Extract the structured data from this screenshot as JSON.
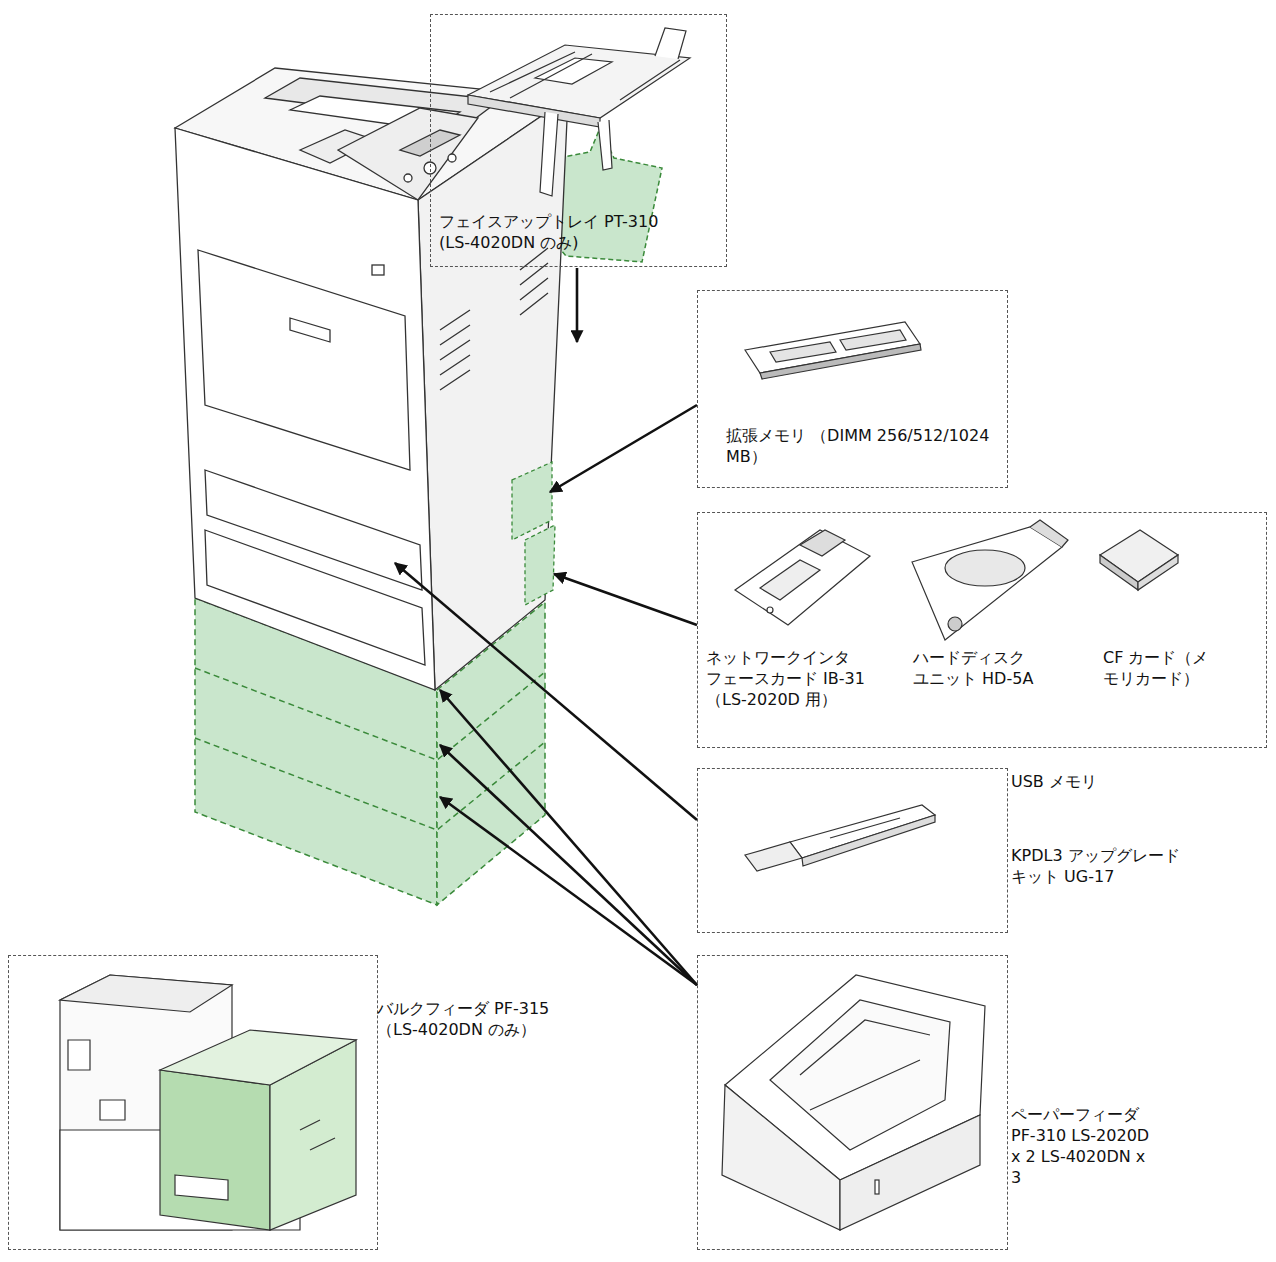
{
  "diagram": {
    "nodes": [
      {
        "text": [
          "フェイスアップトレイ PT-310 (LS-4020DN のみ)"
        ]
      },
      {
        "text": [
          "拡張メモリ （DIMM 256/512/1024 MB）"
        ]
      },
      {
        "text": [
          "ネットワークインタ フェースカード IB-31 （LS-2020D 用）",
          "ハードディスク ユニット HD-5A",
          "CF カード（メ モリカード）"
        ]
      },
      {
        "text": [
          "USB メモリ",
          "KPDL3 アップグレード キット UG-17"
        ]
      },
      {
        "text": [
          "ペーパーフィーダ PF-310 LS-2020D x 2 LS-4020DN x 3"
        ]
      },
      {
        "text": [
          "バルクフィーダ PF-315 （LS-4020DN のみ）"
        ]
      }
    ]
  }
}
